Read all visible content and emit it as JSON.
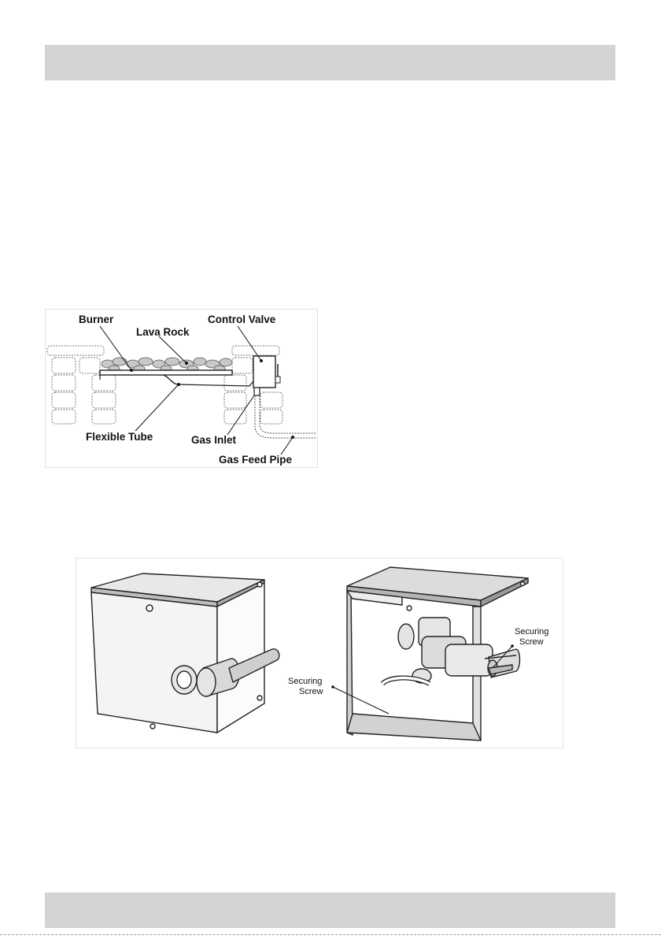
{
  "header_band": {
    "text": ""
  },
  "footer_band": {
    "text": ""
  },
  "figure1": {
    "labels": {
      "burner": "Burner",
      "lava_rock": "Lava Rock",
      "control_valve": "Control Valve",
      "flexible_tube": "Flexible Tube",
      "gas_inlet": "Gas Inlet",
      "gas_feed_pipe": "Gas Feed Pipe"
    }
  },
  "figure2": {
    "labels": {
      "securing_screw_right_1": "Securing",
      "securing_screw_right_2": "Screw",
      "securing_screw_left_1": "Securing",
      "securing_screw_left_2": "Screw"
    }
  }
}
